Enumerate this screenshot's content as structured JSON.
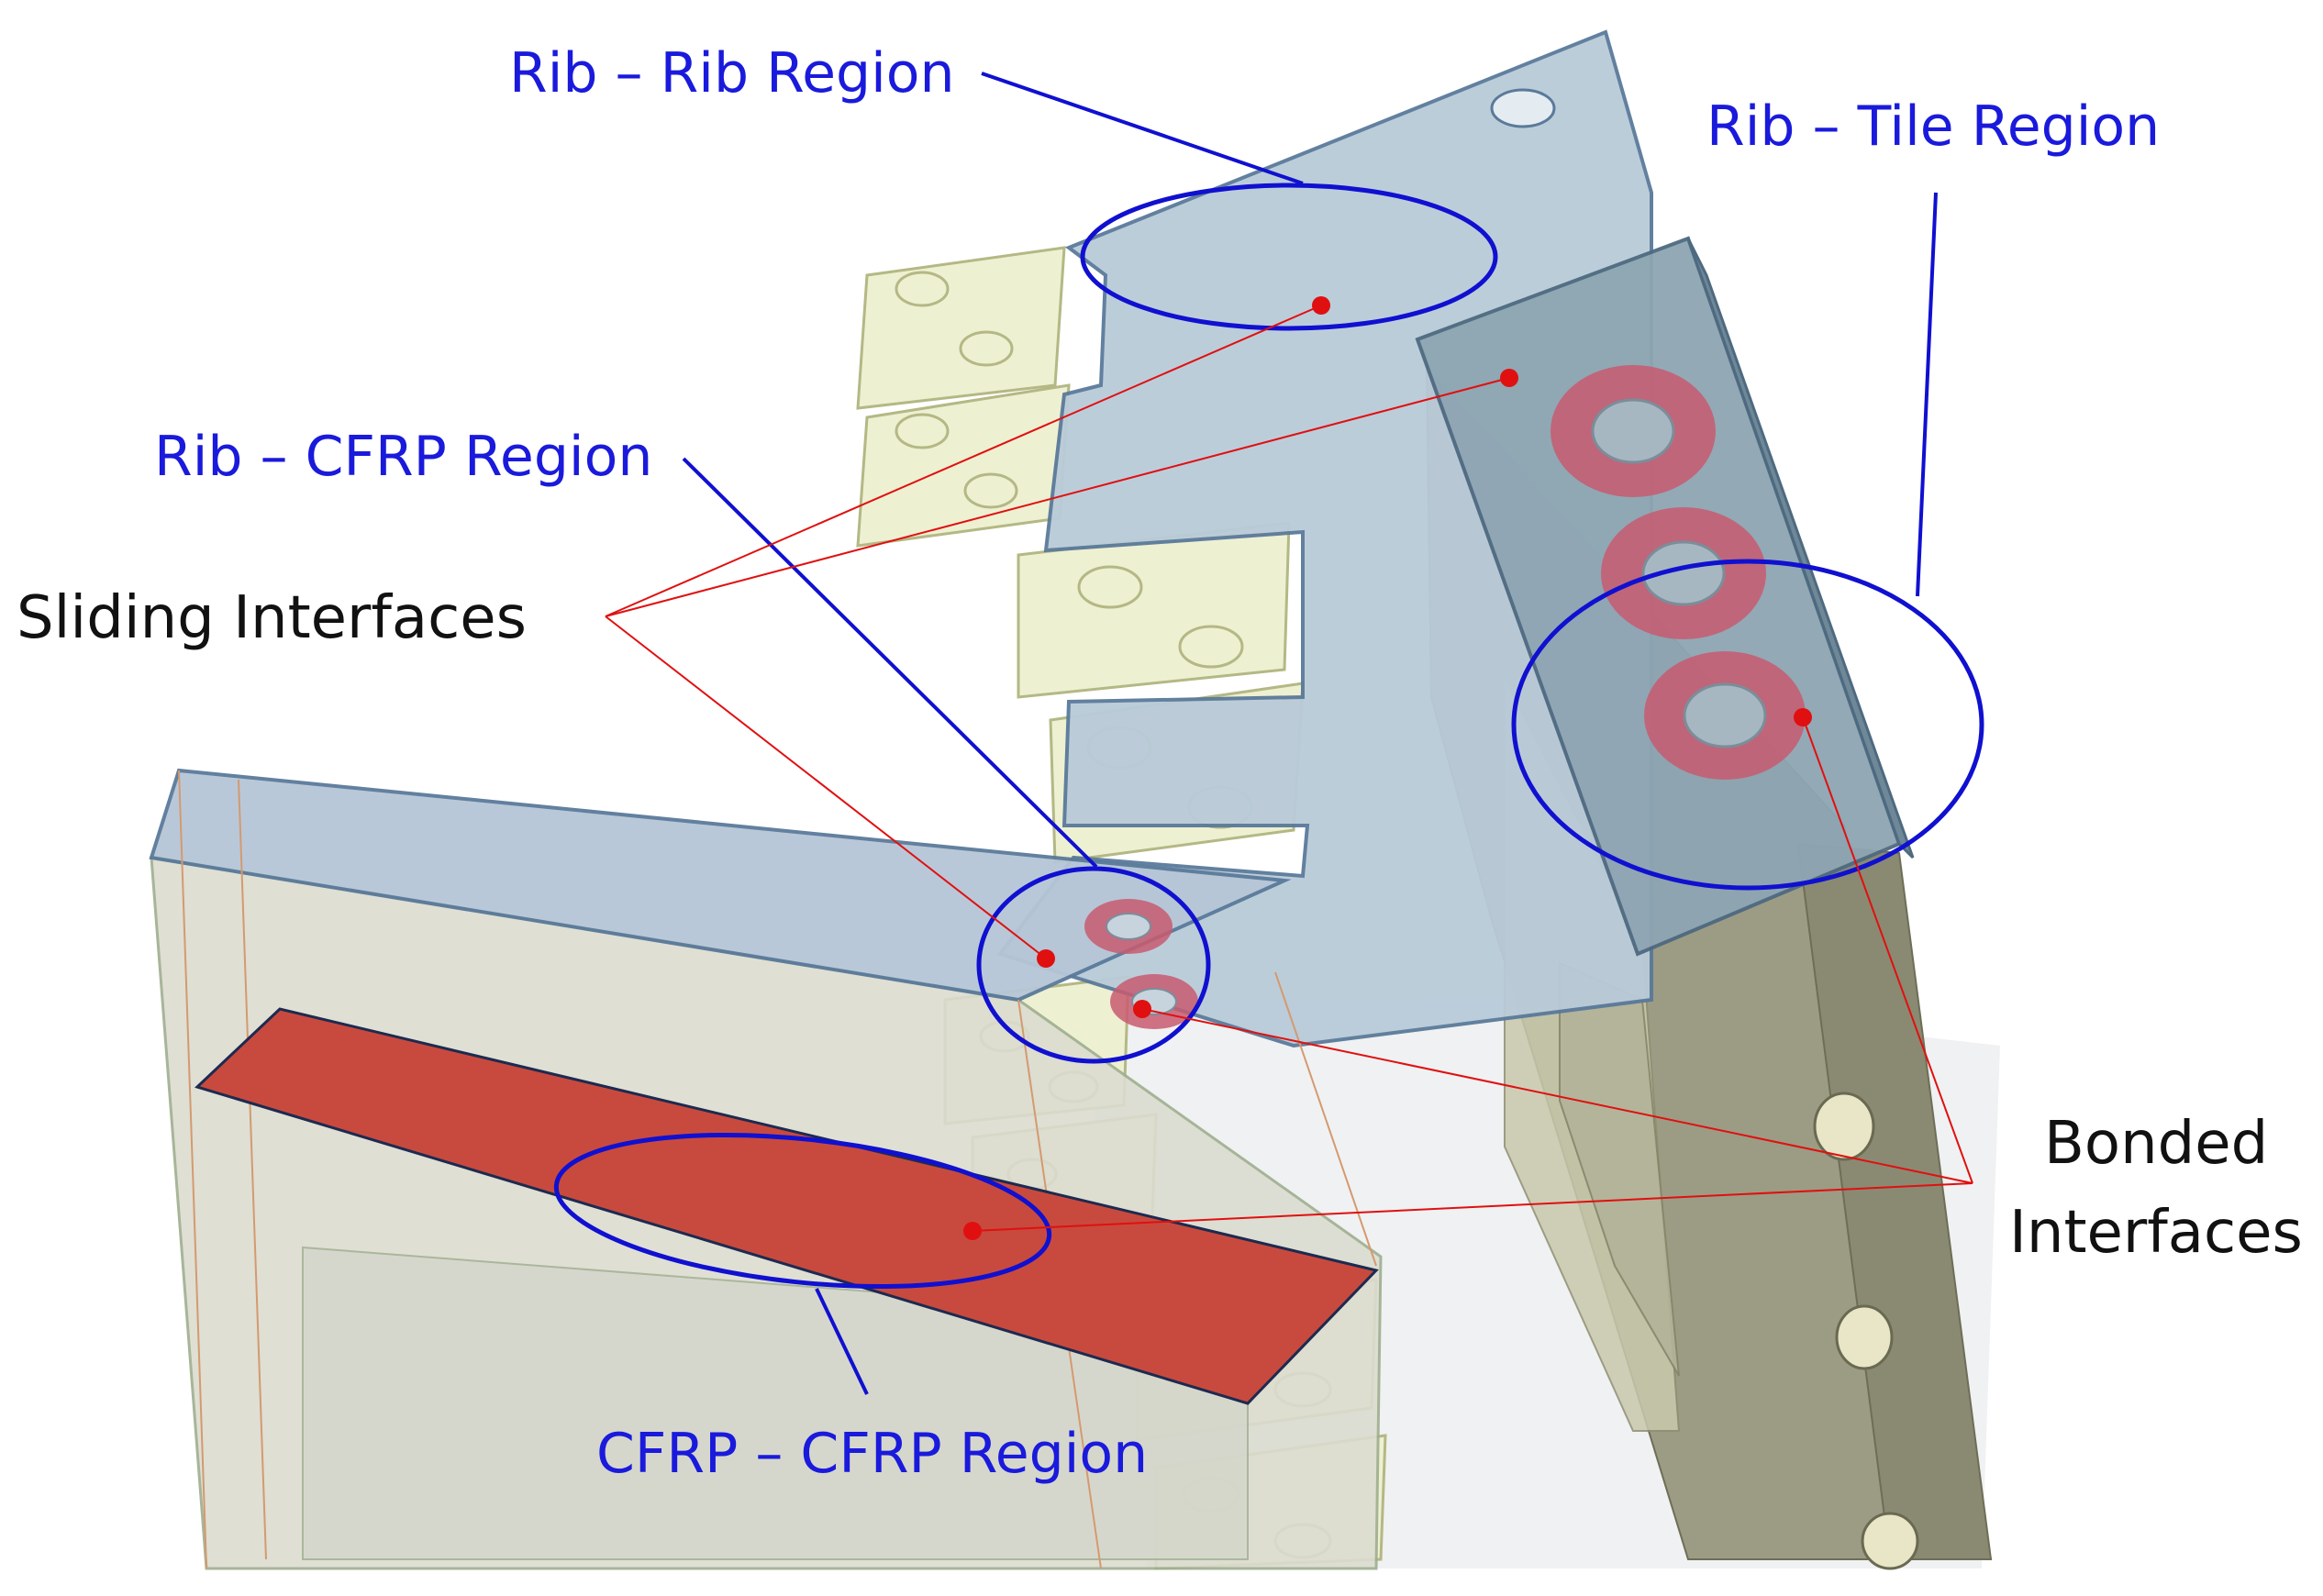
{
  "labels": {
    "rib_rib": "Rib – Rib Region",
    "rib_tile": "Rib – Tile Region",
    "rib_cfrp": "Rib – CFRP Region",
    "cfrp_cfrp": "CFRP – CFRP Region",
    "sliding": "Sliding Interfaces",
    "bonded_line1": "Bonded",
    "bonded_line2": "Interfaces"
  },
  "colors": {
    "region_label": "#1a1adc",
    "region_ellipse": "#1010d0",
    "leader_line": "#e01010",
    "marker_dot": "#e01010",
    "bonded_surface": "#c84a3e",
    "rib_panel": "#b9cbd9",
    "rib_outline": "#5a7a9a",
    "tile_block": "#8a9fa8",
    "tile_wall": "#9a9a82",
    "bracket": "#eef0d4",
    "bracket_outline": "#b8bc8a"
  }
}
